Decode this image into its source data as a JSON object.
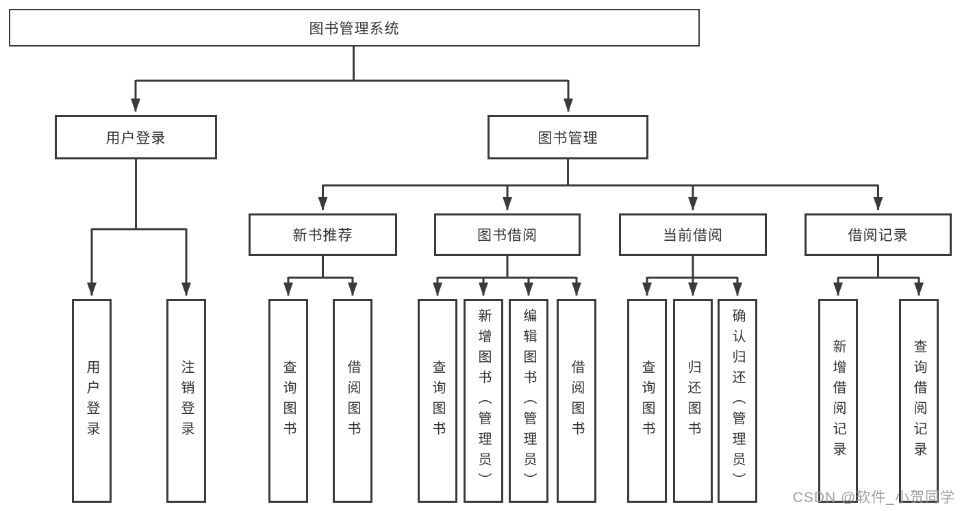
{
  "colors": {
    "line": "#3a3a3a",
    "text": "#333333",
    "background": "#ffffff",
    "watermark": "#9e9e9e"
  },
  "watermark": {
    "text": "CSDN @软件_小贺同学"
  },
  "tree": {
    "label": "图书管理系统",
    "children": [
      {
        "label": "用户登录",
        "children": [
          {
            "label": "用户登录"
          },
          {
            "label": "注销登录"
          }
        ]
      },
      {
        "label": "图书管理",
        "children": [
          {
            "label": "新书推荐",
            "children": [
              {
                "label": "查询图书"
              },
              {
                "label": "借阅图书"
              }
            ]
          },
          {
            "label": "图书借阅",
            "children": [
              {
                "label": "查询图书"
              },
              {
                "label": "新增图书（管理员）"
              },
              {
                "label": "编辑图书（管理员）"
              },
              {
                "label": "借阅图书"
              }
            ]
          },
          {
            "label": "当前借阅",
            "children": [
              {
                "label": "查询图书"
              },
              {
                "label": "归还图书"
              },
              {
                "label": "确认归还（管理员）"
              }
            ]
          },
          {
            "label": "借阅记录",
            "children": [
              {
                "label": "新增借阅记录"
              },
              {
                "label": "查询借阅记录"
              }
            ]
          }
        ]
      }
    ]
  }
}
